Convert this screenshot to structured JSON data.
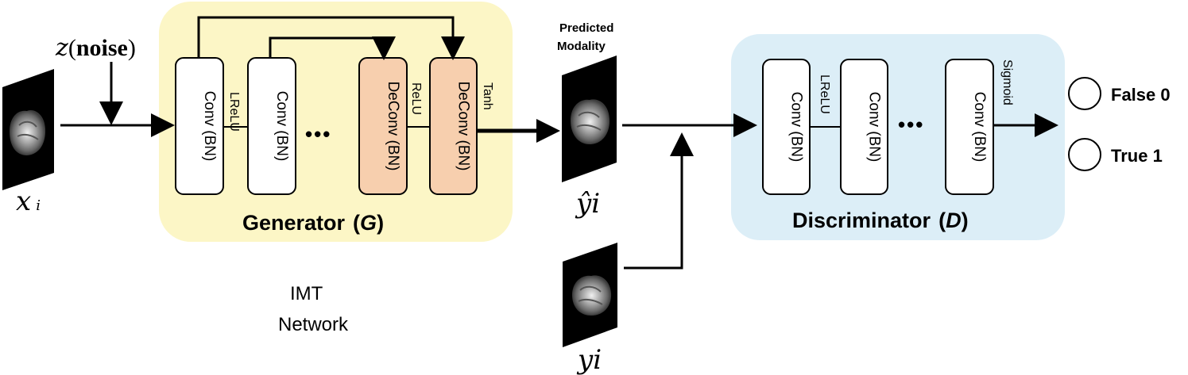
{
  "inputs": {
    "x_label": "x",
    "x_sub": "i",
    "noise_math": "z",
    "noise_word": "noise",
    "y_label": "yi",
    "yhat_label": "ŷi",
    "predicted_line1": "Predicted",
    "predicted_line2": "Modality"
  },
  "generator": {
    "title": "Generator",
    "title_symbol": "G",
    "blocks": [
      {
        "label": "Conv (BN)"
      },
      {
        "label": "Conv (BN)"
      },
      {
        "label": "DeConv (BN)"
      },
      {
        "label": "DeConv (BN)"
      }
    ],
    "activations": [
      "LReLU",
      "ReLU",
      "Tanh"
    ],
    "ellipsis": "•••"
  },
  "discriminator": {
    "title": "Discriminator",
    "title_symbol": "D",
    "blocks": [
      {
        "label": "Conv (BN)"
      },
      {
        "label": "Conv (BN)"
      },
      {
        "label": "Conv (BN)"
      }
    ],
    "activations": [
      "LReLU",
      "Sigmoid"
    ],
    "ellipsis": "•••"
  },
  "outputs": [
    {
      "label": "False 0"
    },
    {
      "label": "True 1"
    }
  ],
  "caption": {
    "line1": "IMT",
    "line2": "Network"
  },
  "colors": {
    "generator_bg": "#fcf6c6",
    "discriminator_bg": "#dceef7",
    "deconv_fill": "#f7cfae",
    "conv_fill": "#ffffff",
    "stroke": "#000000"
  }
}
